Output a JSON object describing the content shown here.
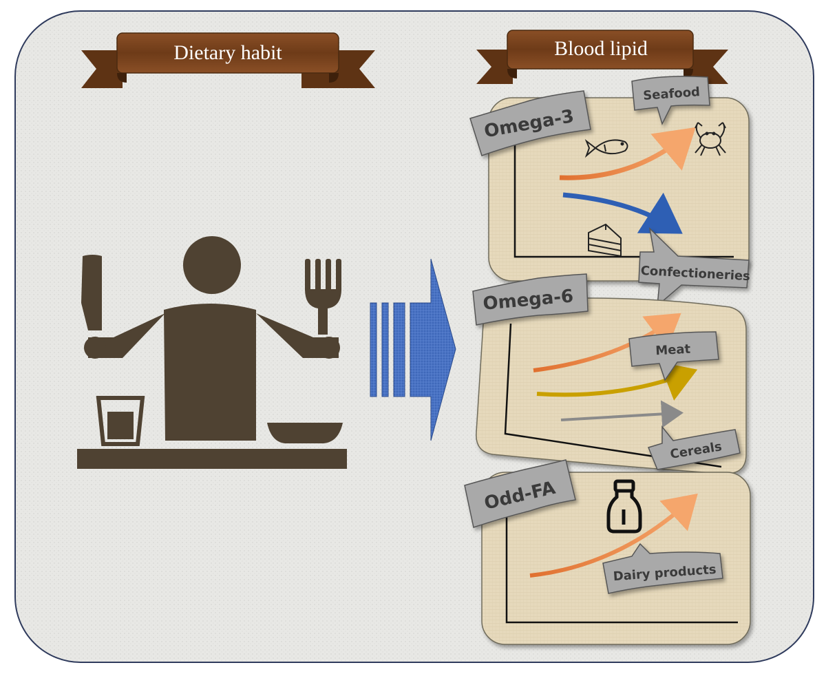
{
  "panels": {
    "left": {
      "banner": "Dietary habit"
    },
    "right": {
      "banner": "Blood lipid",
      "sections": [
        {
          "name": "Omega-3",
          "foods": [
            "Seafood",
            "Confectioneries"
          ]
        },
        {
          "name": "Omega-6",
          "foods": [
            "Meat",
            "Cereals"
          ]
        },
        {
          "name": "Odd-FA",
          "foods": [
            "Dairy products"
          ]
        }
      ]
    }
  },
  "colors": {
    "frame_border": "#2e3a5c",
    "frame_bg": "#e9e9e6",
    "banner_wood": "#7a4420",
    "icon_brown": "#4f4232",
    "chart_panel_bg": "#e8dcc0",
    "callout_gray": "#a9a9a9",
    "arrow_orange": "#f08a4b",
    "arrow_blue": "#2e5fb4",
    "arrow_gold": "#c9a000",
    "arrow_gray": "#8a8a8a",
    "block_arrow_blue": "#4a73c4"
  }
}
